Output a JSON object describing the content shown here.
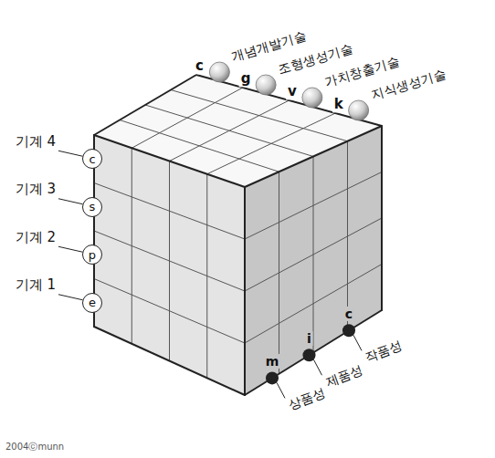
{
  "diagram": {
    "nodes": [
      {
        "text": [
          "기계 4",
          "c"
        ]
      },
      {
        "text": [
          "기계 3",
          "s"
        ]
      },
      {
        "text": [
          "기계 2",
          "p"
        ]
      },
      {
        "text": [
          "기계 1",
          "e"
        ]
      }
    ],
    "labels": [
      "c",
      "개념개발기술",
      "g",
      "조형생성기술",
      "v",
      "가치창출기술",
      "k",
      "지식생성기술",
      "m",
      "상품성",
      "i",
      "제품성",
      "c",
      "작품성",
      "2004ⓒmunn"
    ]
  }
}
